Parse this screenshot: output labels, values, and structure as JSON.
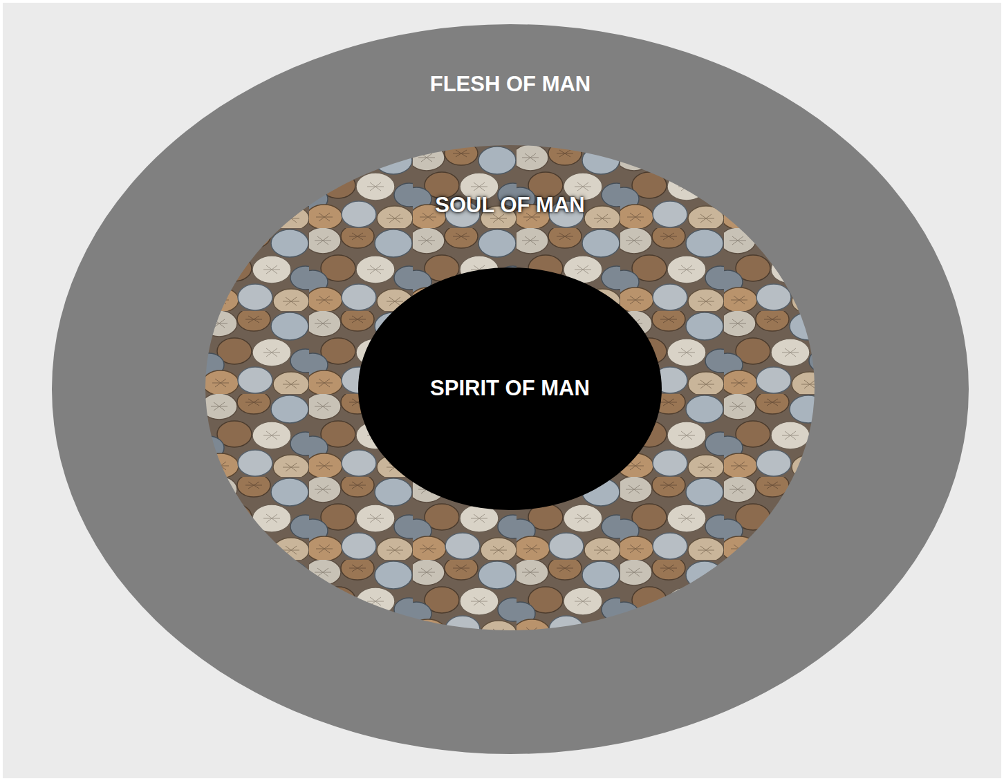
{
  "diagram": {
    "nodes": [
      {
        "text": [
          "FLESH OF MAN"
        ]
      },
      {
        "text": [
          "SOUL OF MAN"
        ],
        "in": 0
      },
      {
        "text": [
          "SPIRIT OF MAN"
        ],
        "in": 1
      }
    ]
  }
}
